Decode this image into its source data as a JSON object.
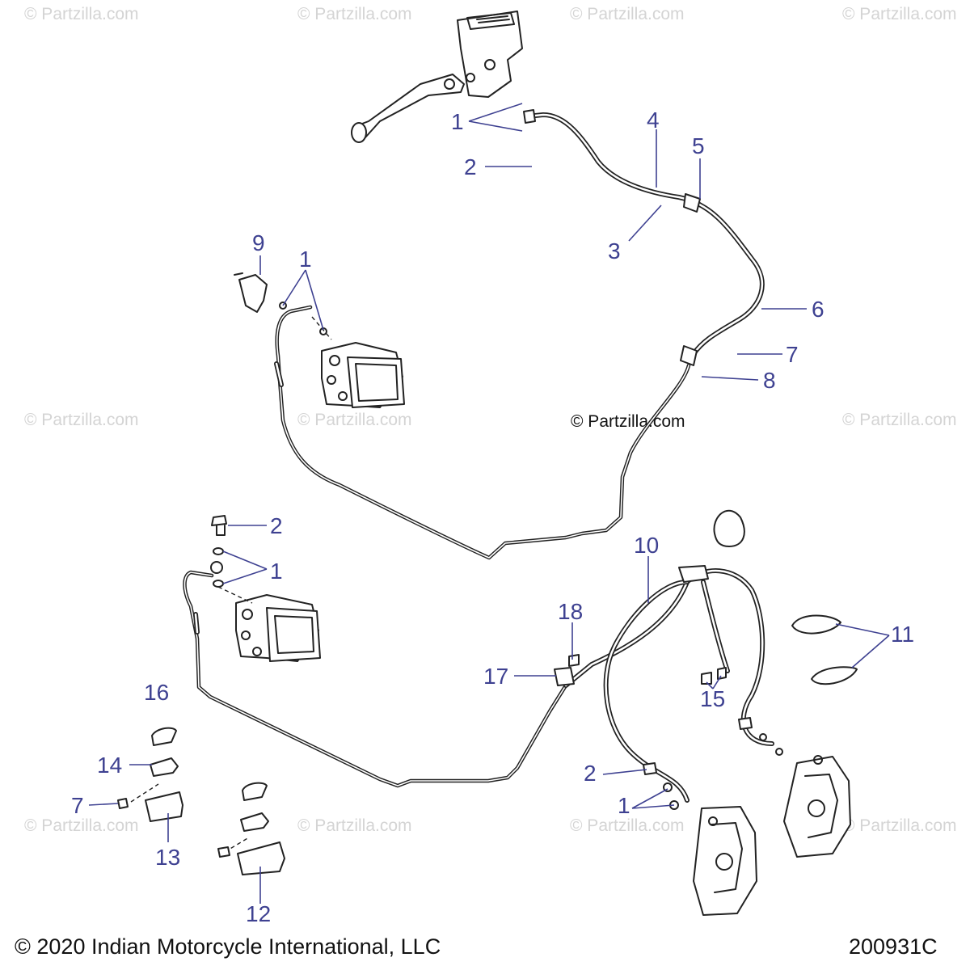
{
  "watermark": "© Partzilla.com",
  "center_watermark": "© Partzilla.com",
  "copyright": "© 2020 Indian Motorcycle International, LLC",
  "diagram_number": "200931C",
  "callouts": {
    "c1a": "1",
    "c2a": "2",
    "c3": "3",
    "c4": "4",
    "c5": "5",
    "c6": "6",
    "c7a": "7",
    "c8": "8",
    "c9": "9",
    "c1b": "1",
    "c2b": "2",
    "c1c": "1",
    "c10": "10",
    "c11": "11",
    "c18": "18",
    "c17": "17",
    "c15": "15",
    "c16": "16",
    "c14": "14",
    "c7b": "7",
    "c13": "13",
    "c12": "12",
    "c2c": "2",
    "c1d": "1"
  },
  "colors": {
    "callout": "#3e4191",
    "line_art": "#222222",
    "watermark": "#d4d4d4"
  }
}
